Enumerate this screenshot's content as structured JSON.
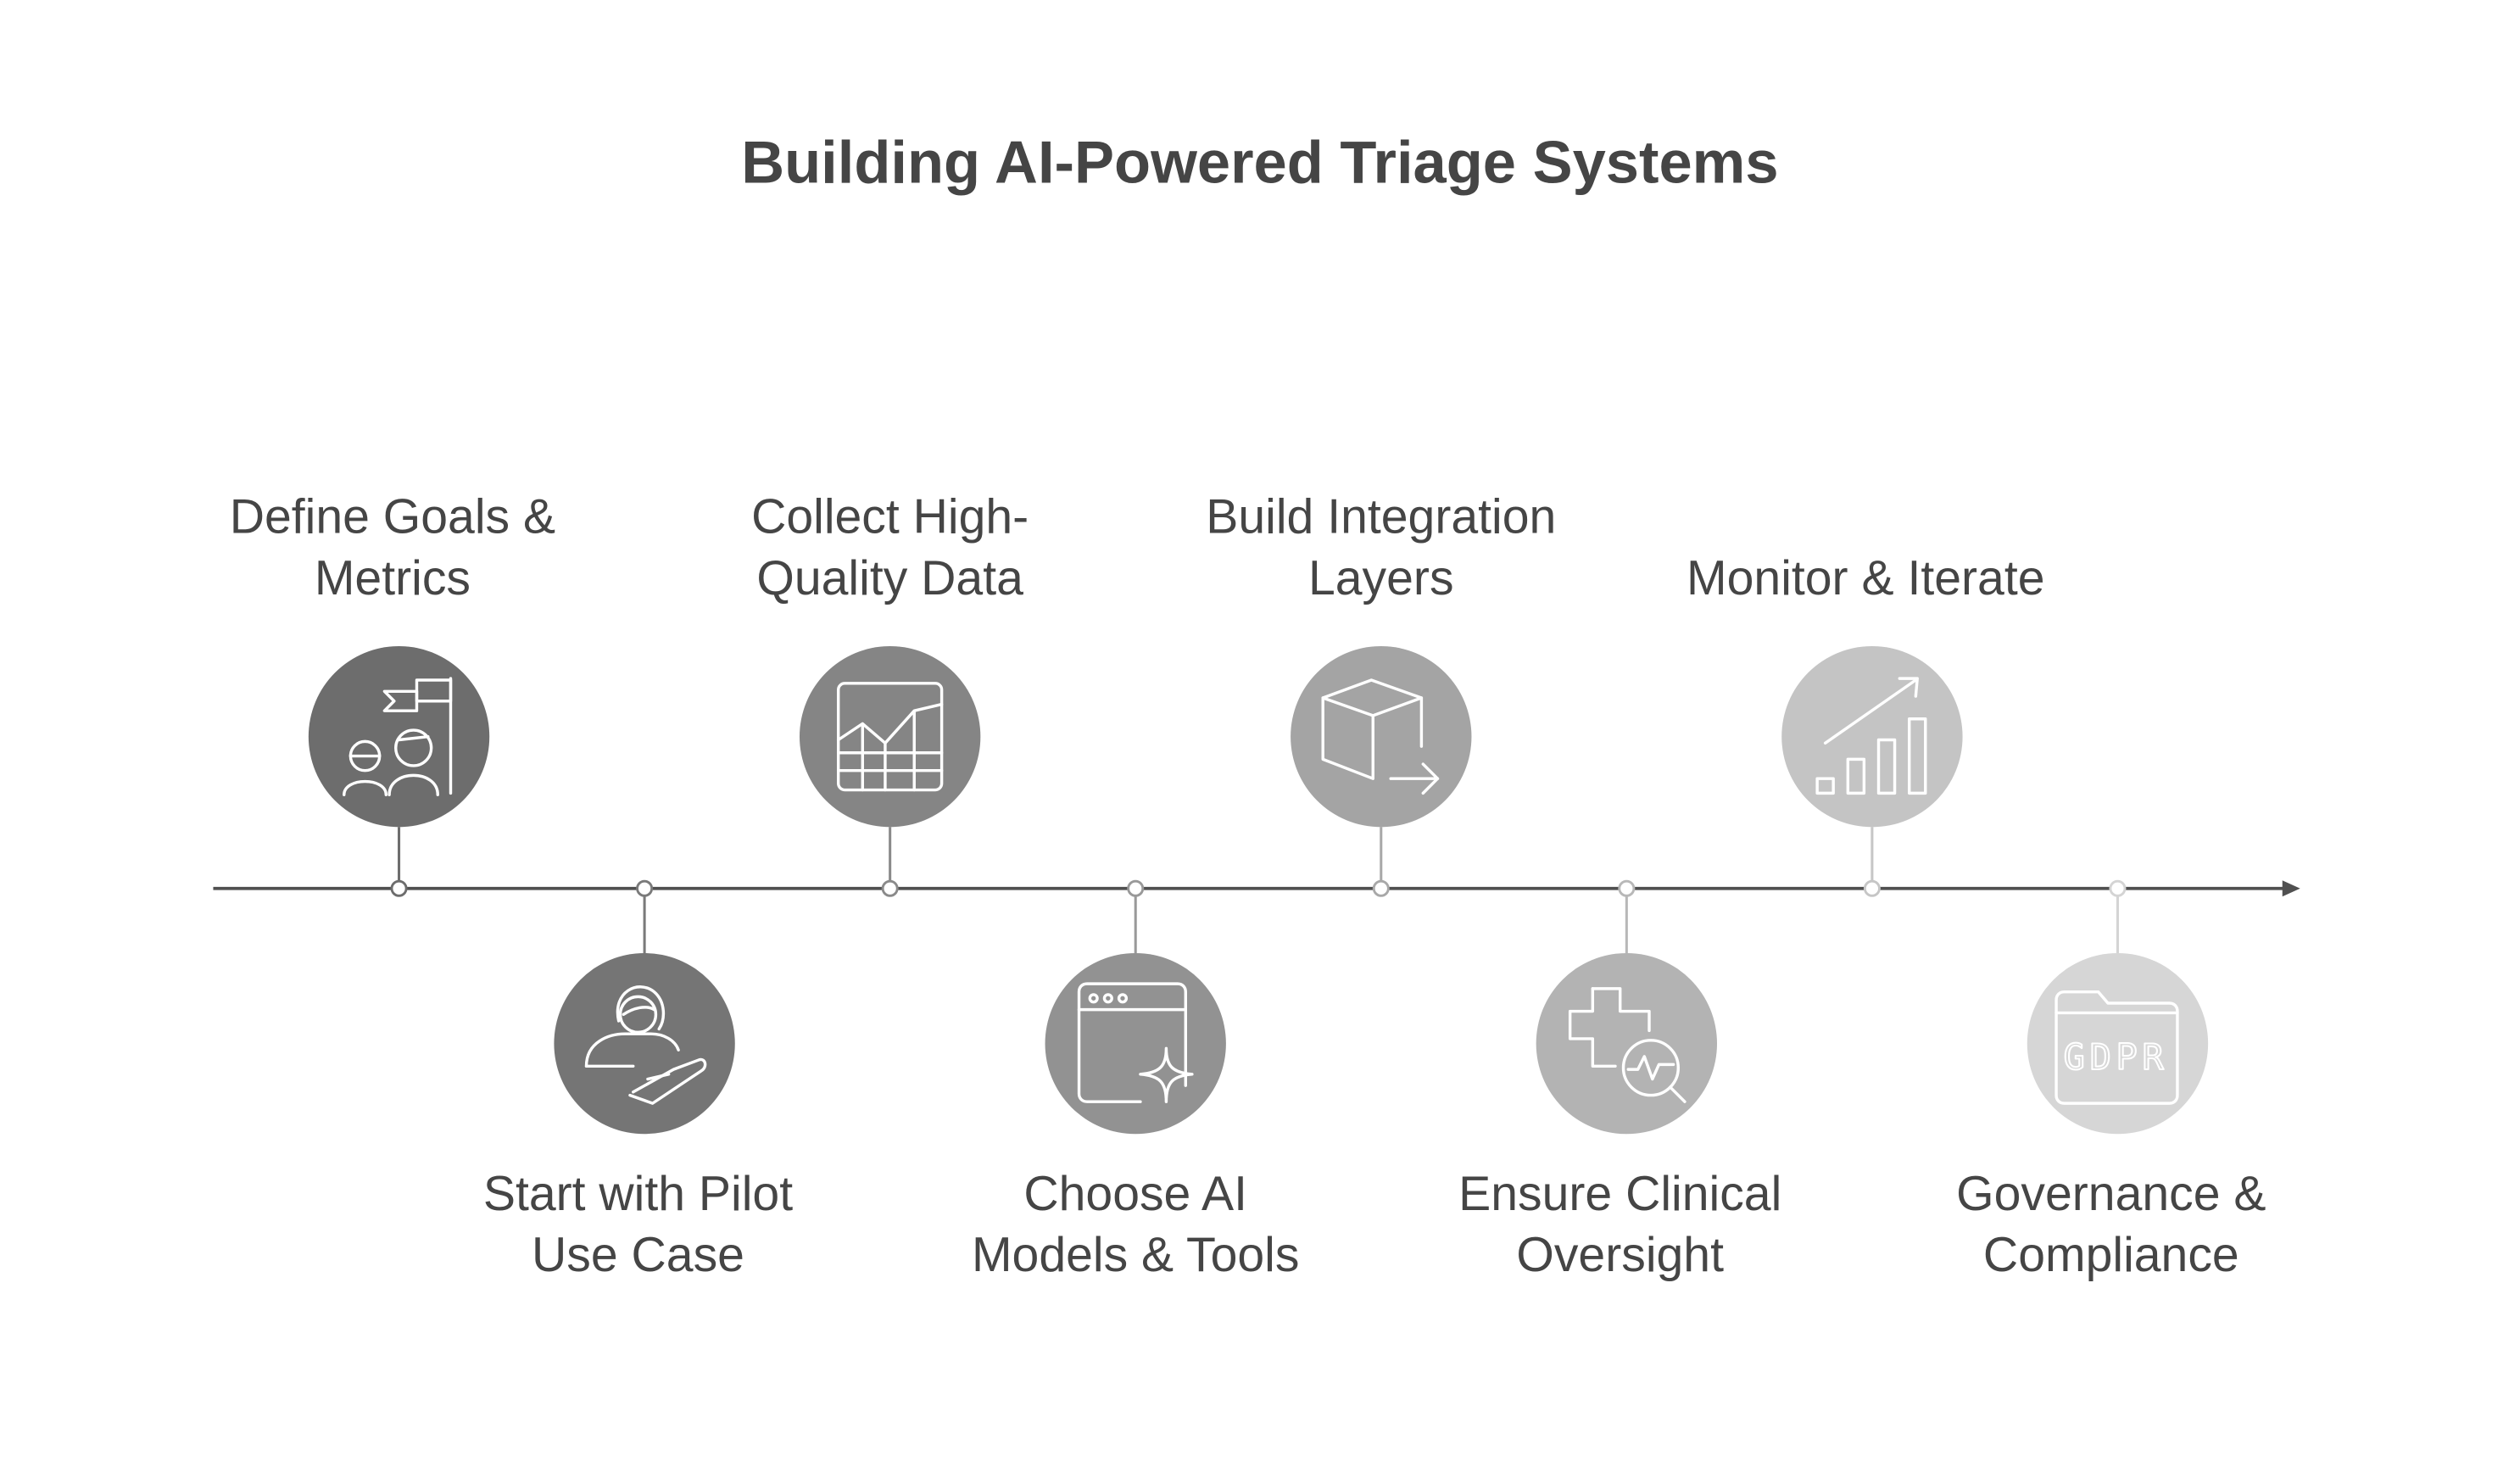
{
  "title": "Building AI-Powered Triage Systems",
  "steps": [
    {
      "label": "Define Goals & Metrics",
      "icon": "goals-team-flag-icon",
      "position": "above",
      "color": "#6d6d6d"
    },
    {
      "label": "Start with Pilot Use Case",
      "icon": "person-hand-pilot-icon",
      "position": "below",
      "color": "#757575"
    },
    {
      "label": "Collect High-Quality Data",
      "icon": "data-grid-chart-icon",
      "position": "above",
      "color": "#858585"
    },
    {
      "label": "Choose AI Models & Tools",
      "icon": "browser-sparkle-icon",
      "position": "below",
      "color": "#929292"
    },
    {
      "label": "Build Integration Layers",
      "icon": "cube-arrow-icon",
      "position": "above",
      "color": "#a4a4a4"
    },
    {
      "label": "Ensure Clinical Oversight",
      "icon": "medical-cross-magnifier-icon",
      "position": "below",
      "color": "#b3b3b3"
    },
    {
      "label": "Monitor & Iterate",
      "icon": "growth-bar-chart-icon",
      "position": "above",
      "color": "#c4c4c4"
    },
    {
      "label": "Governance & Compliance",
      "icon": "gdpr-folder-icon",
      "position": "below",
      "color": "#d6d6d6",
      "icon_text": "GDPR"
    }
  ],
  "colors": {
    "axis": "#505050",
    "text": "#454545",
    "icon_stroke": "#ffffff"
  }
}
